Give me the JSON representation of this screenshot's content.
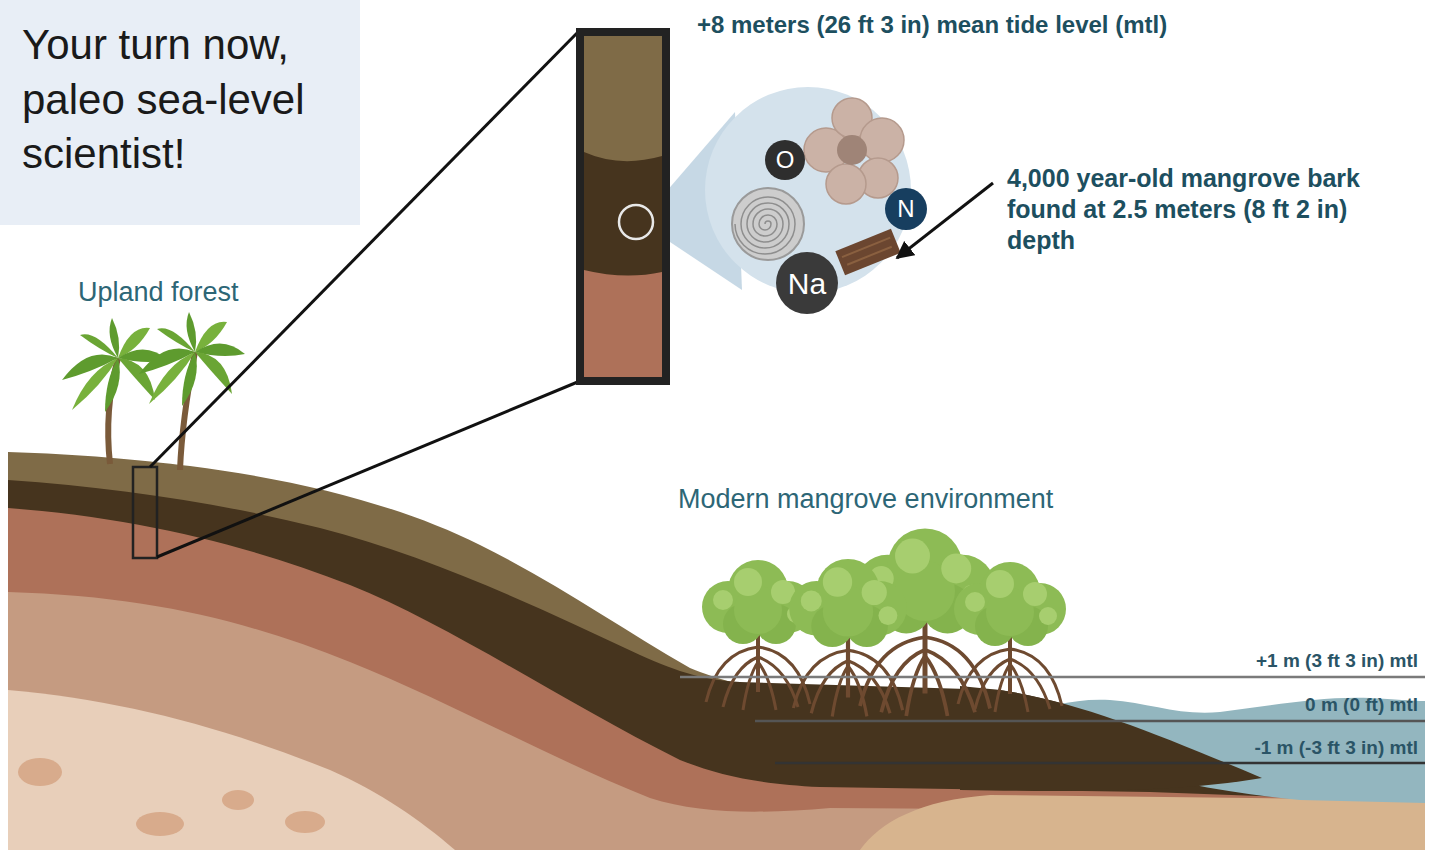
{
  "diagram": {
    "nodes": [
      {
        "text": [
          "Your turn now, paleo sea-level scientist!"
        ]
      },
      {
        "text": [
          "O"
        ]
      },
      {
        "text": [
          "N"
        ]
      },
      {
        "text": [
          "Na"
        ]
      }
    ],
    "labels": [
      "+8 meters (26 ft 3 in) mean tide level (mtl)",
      "4,000 year-old mangrove bark found at 2.5 meters (8 ft 2 in) depth",
      "Upland forest",
      "Modern mangrove environment",
      "+1 m (3 ft 3 in) mtl",
      "0 m (0 ft) mtl",
      "-1 m (-3 ft 3 in) mtl"
    ]
  }
}
